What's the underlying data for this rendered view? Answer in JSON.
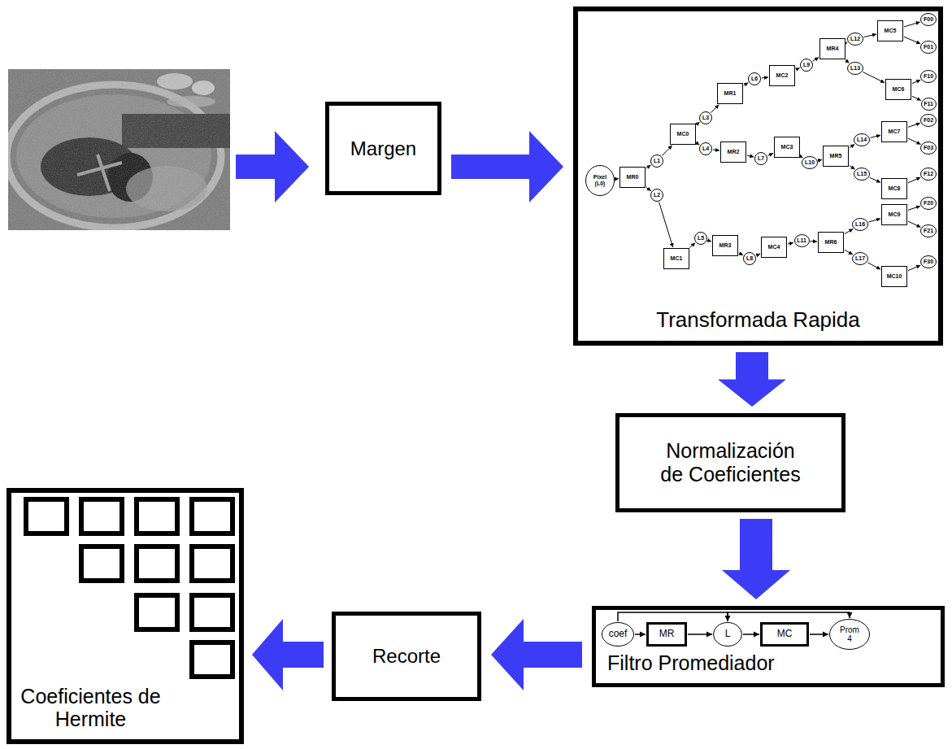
{
  "diagram": {
    "nodes": [
      {
        "text": [
          "Margen"
        ]
      },
      {
        "text": [
          "Transformada Rapida"
        ]
      },
      {
        "text": [
          "Pixel (L0)"
        ],
        "in": 1
      },
      {
        "text": [
          "MR0"
        ],
        "in": 1
      },
      {
        "text": [
          "L1"
        ],
        "in": 1
      },
      {
        "text": [
          "L2"
        ],
        "in": 1
      },
      {
        "text": [
          "MC0"
        ],
        "in": 1
      },
      {
        "text": [
          "L3"
        ],
        "in": 1
      },
      {
        "text": [
          "L4"
        ],
        "in": 1
      },
      {
        "text": [
          "MR1"
        ],
        "in": 1
      },
      {
        "text": [
          "L6"
        ],
        "in": 1
      },
      {
        "text": [
          "MC2"
        ],
        "in": 1
      },
      {
        "text": [
          "L9"
        ],
        "in": 1
      },
      {
        "text": [
          "MR4"
        ],
        "in": 1
      },
      {
        "text": [
          "L12"
        ],
        "in": 1
      },
      {
        "text": [
          "L13"
        ],
        "in": 1
      },
      {
        "text": [
          "MC5"
        ],
        "in": 1
      },
      {
        "text": [
          "F00"
        ],
        "in": 1
      },
      {
        "text": [
          "F01"
        ],
        "in": 1
      },
      {
        "text": [
          "MC6"
        ],
        "in": 1
      },
      {
        "text": [
          "F10"
        ],
        "in": 1
      },
      {
        "text": [
          "F11"
        ],
        "in": 1
      },
      {
        "text": [
          "MR2"
        ],
        "in": 1
      },
      {
        "text": [
          "L7"
        ],
        "in": 1
      },
      {
        "text": [
          "MC3"
        ],
        "in": 1
      },
      {
        "text": [
          "L10"
        ],
        "in": 1
      },
      {
        "text": [
          "MR5"
        ],
        "in": 1
      },
      {
        "text": [
          "L14"
        ],
        "in": 1
      },
      {
        "text": [
          "L15"
        ],
        "in": 1
      },
      {
        "text": [
          "MC7"
        ],
        "in": 1
      },
      {
        "text": [
          "F02"
        ],
        "in": 1
      },
      {
        "text": [
          "F03"
        ],
        "in": 1
      },
      {
        "text": [
          "MC8"
        ],
        "in": 1
      },
      {
        "text": [
          "F12"
        ],
        "in": 1
      },
      {
        "text": [
          "MC1"
        ],
        "in": 1
      },
      {
        "text": [
          "L5"
        ],
        "in": 1
      },
      {
        "text": [
          "MR3"
        ],
        "in": 1
      },
      {
        "text": [
          "L8"
        ],
        "in": 1
      },
      {
        "text": [
          "MC4"
        ],
        "in": 1
      },
      {
        "text": [
          "L11"
        ],
        "in": 1
      },
      {
        "text": [
          "MR6"
        ],
        "in": 1
      },
      {
        "text": [
          "L16"
        ],
        "in": 1
      },
      {
        "text": [
          "L17"
        ],
        "in": 1
      },
      {
        "text": [
          "MC9"
        ],
        "in": 1
      },
      {
        "text": [
          "F20"
        ],
        "in": 1
      },
      {
        "text": [
          "F21"
        ],
        "in": 1
      },
      {
        "text": [
          "MC10"
        ],
        "in": 1
      },
      {
        "text": [
          "F30"
        ],
        "in": 1
      },
      {
        "text": [
          "Normalización de Coeficientes"
        ]
      },
      {
        "text": [
          "Filtro Promediador"
        ]
      },
      {
        "text": [
          "coef"
        ],
        "in": 49
      },
      {
        "text": [
          "MR"
        ],
        "in": 49
      },
      {
        "text": [
          "L"
        ],
        "in": 49
      },
      {
        "text": [
          "MC"
        ],
        "in": 49
      },
      {
        "text": [
          "Prom 4"
        ],
        "in": 49
      },
      {
        "text": [
          "Recorte"
        ]
      },
      {
        "text": [
          "Coeficientes de Hermite"
        ]
      }
    ],
    "edges": [
      {
        "from": 0,
        "to": 1,
        "arrow": "to"
      },
      {
        "from": 1,
        "to": 48,
        "arrow": "to"
      },
      {
        "from": 48,
        "to": 49,
        "arrow": "to"
      },
      {
        "from": 49,
        "to": 55,
        "arrow": "to"
      },
      {
        "from": 55,
        "to": 56,
        "arrow": "to"
      },
      {
        "from": 2,
        "to": 3,
        "arrow": "to"
      },
      {
        "from": 3,
        "to": 4,
        "arrow": "to"
      },
      {
        "from": 3,
        "to": 5,
        "arrow": "to"
      },
      {
        "from": 4,
        "to": 6,
        "arrow": "to"
      },
      {
        "from": 6,
        "to": 7,
        "arrow": "to"
      },
      {
        "from": 6,
        "to": 8,
        "arrow": "to"
      },
      {
        "from": 7,
        "to": 9,
        "arrow": "to"
      },
      {
        "from": 9,
        "to": 10,
        "arrow": "to"
      },
      {
        "from": 10,
        "to": 11,
        "arrow": "to"
      },
      {
        "from": 11,
        "to": 12,
        "arrow": "to"
      },
      {
        "from": 12,
        "to": 13,
        "arrow": "to"
      },
      {
        "from": 13,
        "to": 14,
        "arrow": "to"
      },
      {
        "from": 13,
        "to": 15,
        "arrow": "to"
      },
      {
        "from": 14,
        "to": 16,
        "arrow": "to"
      },
      {
        "from": 16,
        "to": 17,
        "arrow": "to"
      },
      {
        "from": 16,
        "to": 18,
        "arrow": "to"
      },
      {
        "from": 15,
        "to": 19,
        "arrow": "to"
      },
      {
        "from": 19,
        "to": 20,
        "arrow": "to"
      },
      {
        "from": 19,
        "to": 21,
        "arrow": "to"
      },
      {
        "from": 8,
        "to": 22,
        "arrow": "to"
      },
      {
        "from": 22,
        "to": 23,
        "arrow": "to"
      },
      {
        "from": 23,
        "to": 24,
        "arrow": "to"
      },
      {
        "from": 24,
        "to": 25,
        "arrow": "to"
      },
      {
        "from": 25,
        "to": 26,
        "arrow": "to"
      },
      {
        "from": 26,
        "to": 27,
        "arrow": "to"
      },
      {
        "from": 26,
        "to": 28,
        "arrow": "to"
      },
      {
        "from": 27,
        "to": 29,
        "arrow": "to"
      },
      {
        "from": 29,
        "to": 30,
        "arrow": "to"
      },
      {
        "from": 29,
        "to": 31,
        "arrow": "to"
      },
      {
        "from": 28,
        "to": 32,
        "arrow": "to"
      },
      {
        "from": 32,
        "to": 33,
        "arrow": "to"
      },
      {
        "from": 5,
        "to": 34,
        "arrow": "to"
      },
      {
        "from": 34,
        "to": 35,
        "arrow": "to"
      },
      {
        "from": 35,
        "to": 36,
        "arrow": "to"
      },
      {
        "from": 36,
        "to": 37,
        "arrow": "to"
      },
      {
        "from": 37,
        "to": 38,
        "arrow": "to"
      },
      {
        "from": 38,
        "to": 39,
        "arrow": "to"
      },
      {
        "from": 39,
        "to": 40,
        "arrow": "to"
      },
      {
        "from": 40,
        "to": 41,
        "arrow": "to"
      },
      {
        "from": 40,
        "to": 42,
        "arrow": "to"
      },
      {
        "from": 41,
        "to": 43,
        "arrow": "to"
      },
      {
        "from": 43,
        "to": 44,
        "arrow": "to"
      },
      {
        "from": 43,
        "to": 45,
        "arrow": "to"
      },
      {
        "from": 42,
        "to": 46,
        "arrow": "to"
      },
      {
        "from": 46,
        "to": 47,
        "arrow": "to"
      },
      {
        "from": 50,
        "to": 51,
        "arrow": "to"
      },
      {
        "from": 51,
        "to": 52,
        "arrow": "to"
      },
      {
        "from": 52,
        "to": 53,
        "arrow": "to"
      },
      {
        "from": 53,
        "to": 54,
        "arrow": "to"
      },
      {
        "from": 50,
        "to": 52,
        "arrow": "to"
      },
      {
        "from": 52,
        "to": 54,
        "arrow": "to"
      }
    ]
  }
}
